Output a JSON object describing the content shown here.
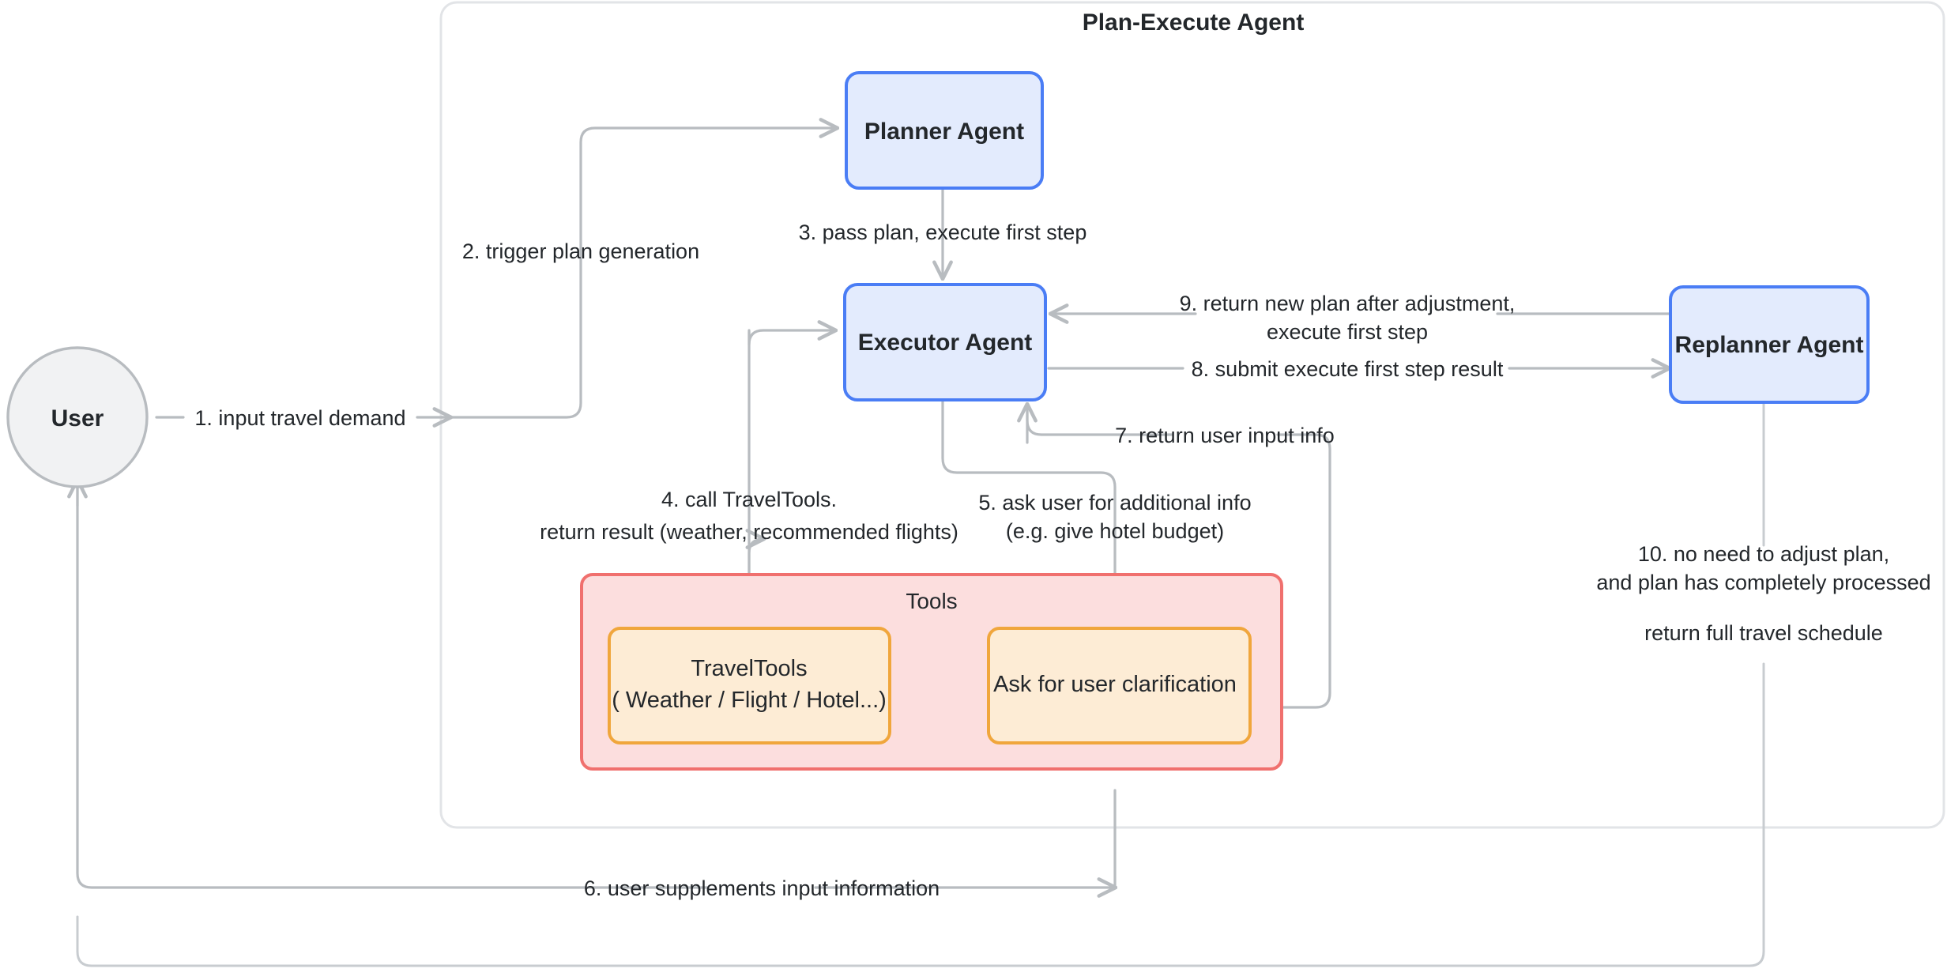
{
  "diagram": {
    "title": "Plan-Execute Agent",
    "colors": {
      "agent_fill": "#e3ebfd",
      "agent_stroke": "#4a7df5",
      "tools_group_fill": "#fcdede",
      "tools_group_stroke": "#f0706e",
      "tool_fill": "#fdecd5",
      "tool_stroke": "#f0a63c",
      "user_fill": "#f1f2f3",
      "user_stroke": "#b8bcc0",
      "edge": "#b8bcc0",
      "group_stroke": "#e2e4e7",
      "text": "#23272b",
      "background": "#ffffff"
    },
    "nodes": {
      "user": "User",
      "planner": "Planner Agent",
      "executor": "Executor Agent",
      "replanner": "Replanner Agent",
      "tools_group": "Tools",
      "travel_tools_line1": "TravelTools",
      "travel_tools_line2": "( Weather / Flight / Hotel...)",
      "ask_clarification": "Ask for user clarification"
    },
    "edges": {
      "e1": "1. input travel demand",
      "e2": "2. trigger plan generation",
      "e3": "3. pass plan, execute first step",
      "e4_line1": "4. call TravelTools.",
      "e4_line2": "return result (weather, recommended flights)",
      "e5_line1": "5. ask user for additional info",
      "e5_line2": "(e.g. give hotel budget)",
      "e6": "6. user supplements input information",
      "e7": "7. return user input info",
      "e8": "8. submit execute first step result",
      "e9_line1": "9. return new plan after adjustment,",
      "e9_line2": "execute first step",
      "e10_line1": "10. no need to adjust plan,",
      "e10_line2": "and plan has completely processed",
      "e10_line3": "return full travel schedule"
    }
  }
}
